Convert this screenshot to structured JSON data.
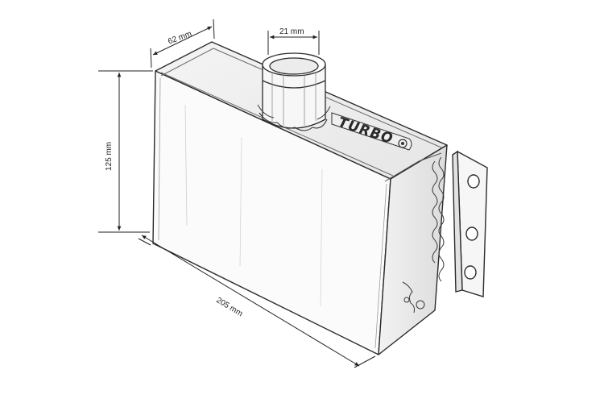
{
  "diagram": {
    "dimensions": {
      "depth": "62 mm",
      "neck_diameter": "21 mm",
      "height": "125 mm",
      "length": "205 mm"
    },
    "logo_text": "TURBO"
  },
  "colors": {
    "line": "#2b2b2b",
    "light_line": "#8a8a8a",
    "background": "#ffffff"
  }
}
